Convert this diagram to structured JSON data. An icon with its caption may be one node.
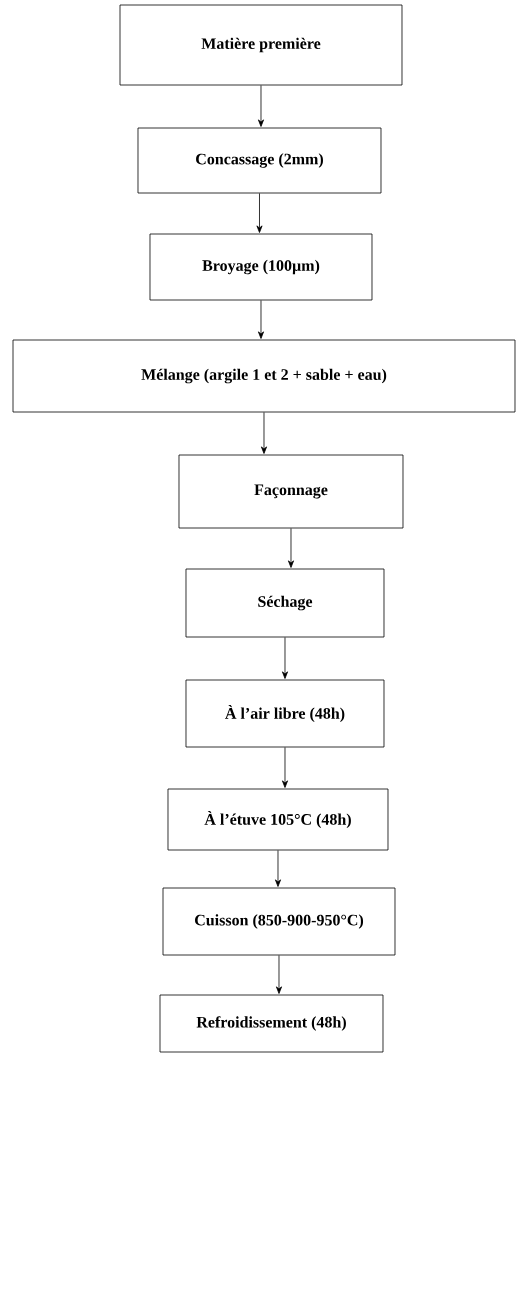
{
  "diagram": {
    "nodes": [
      {
        "text": [
          "Matière première"
        ]
      },
      {
        "text": [
          "Concassage (2mm)"
        ]
      },
      {
        "text": [
          "Broyage (100µm)"
        ]
      },
      {
        "text": [
          "Mélange (argile 1 et 2 + sable + eau)"
        ]
      },
      {
        "text": [
          "Façonnage"
        ]
      },
      {
        "text": [
          "Séchage"
        ]
      },
      {
        "text": [
          "À l’air libre (48h)"
        ]
      },
      {
        "text": [
          "À l’étuve 105°C (48h)"
        ]
      },
      {
        "text": [
          "Cuisson (850-900-950°C)"
        ]
      },
      {
        "text": [
          "Refroidissement (48h)"
        ]
      }
    ],
    "edges": [
      {
        "from": 0,
        "to": 1,
        "arrow": "to"
      },
      {
        "from": 1,
        "to": 2,
        "arrow": "to"
      },
      {
        "from": 2,
        "to": 3,
        "arrow": "to"
      },
      {
        "from": 3,
        "to": 4,
        "arrow": "to"
      },
      {
        "from": 4,
        "to": 5,
        "arrow": "to"
      },
      {
        "from": 5,
        "to": 6,
        "arrow": "to"
      },
      {
        "from": 6,
        "to": 7,
        "arrow": "to"
      },
      {
        "from": 7,
        "to": 8,
        "arrow": "to"
      },
      {
        "from": 8,
        "to": 9,
        "arrow": "to"
      }
    ]
  }
}
